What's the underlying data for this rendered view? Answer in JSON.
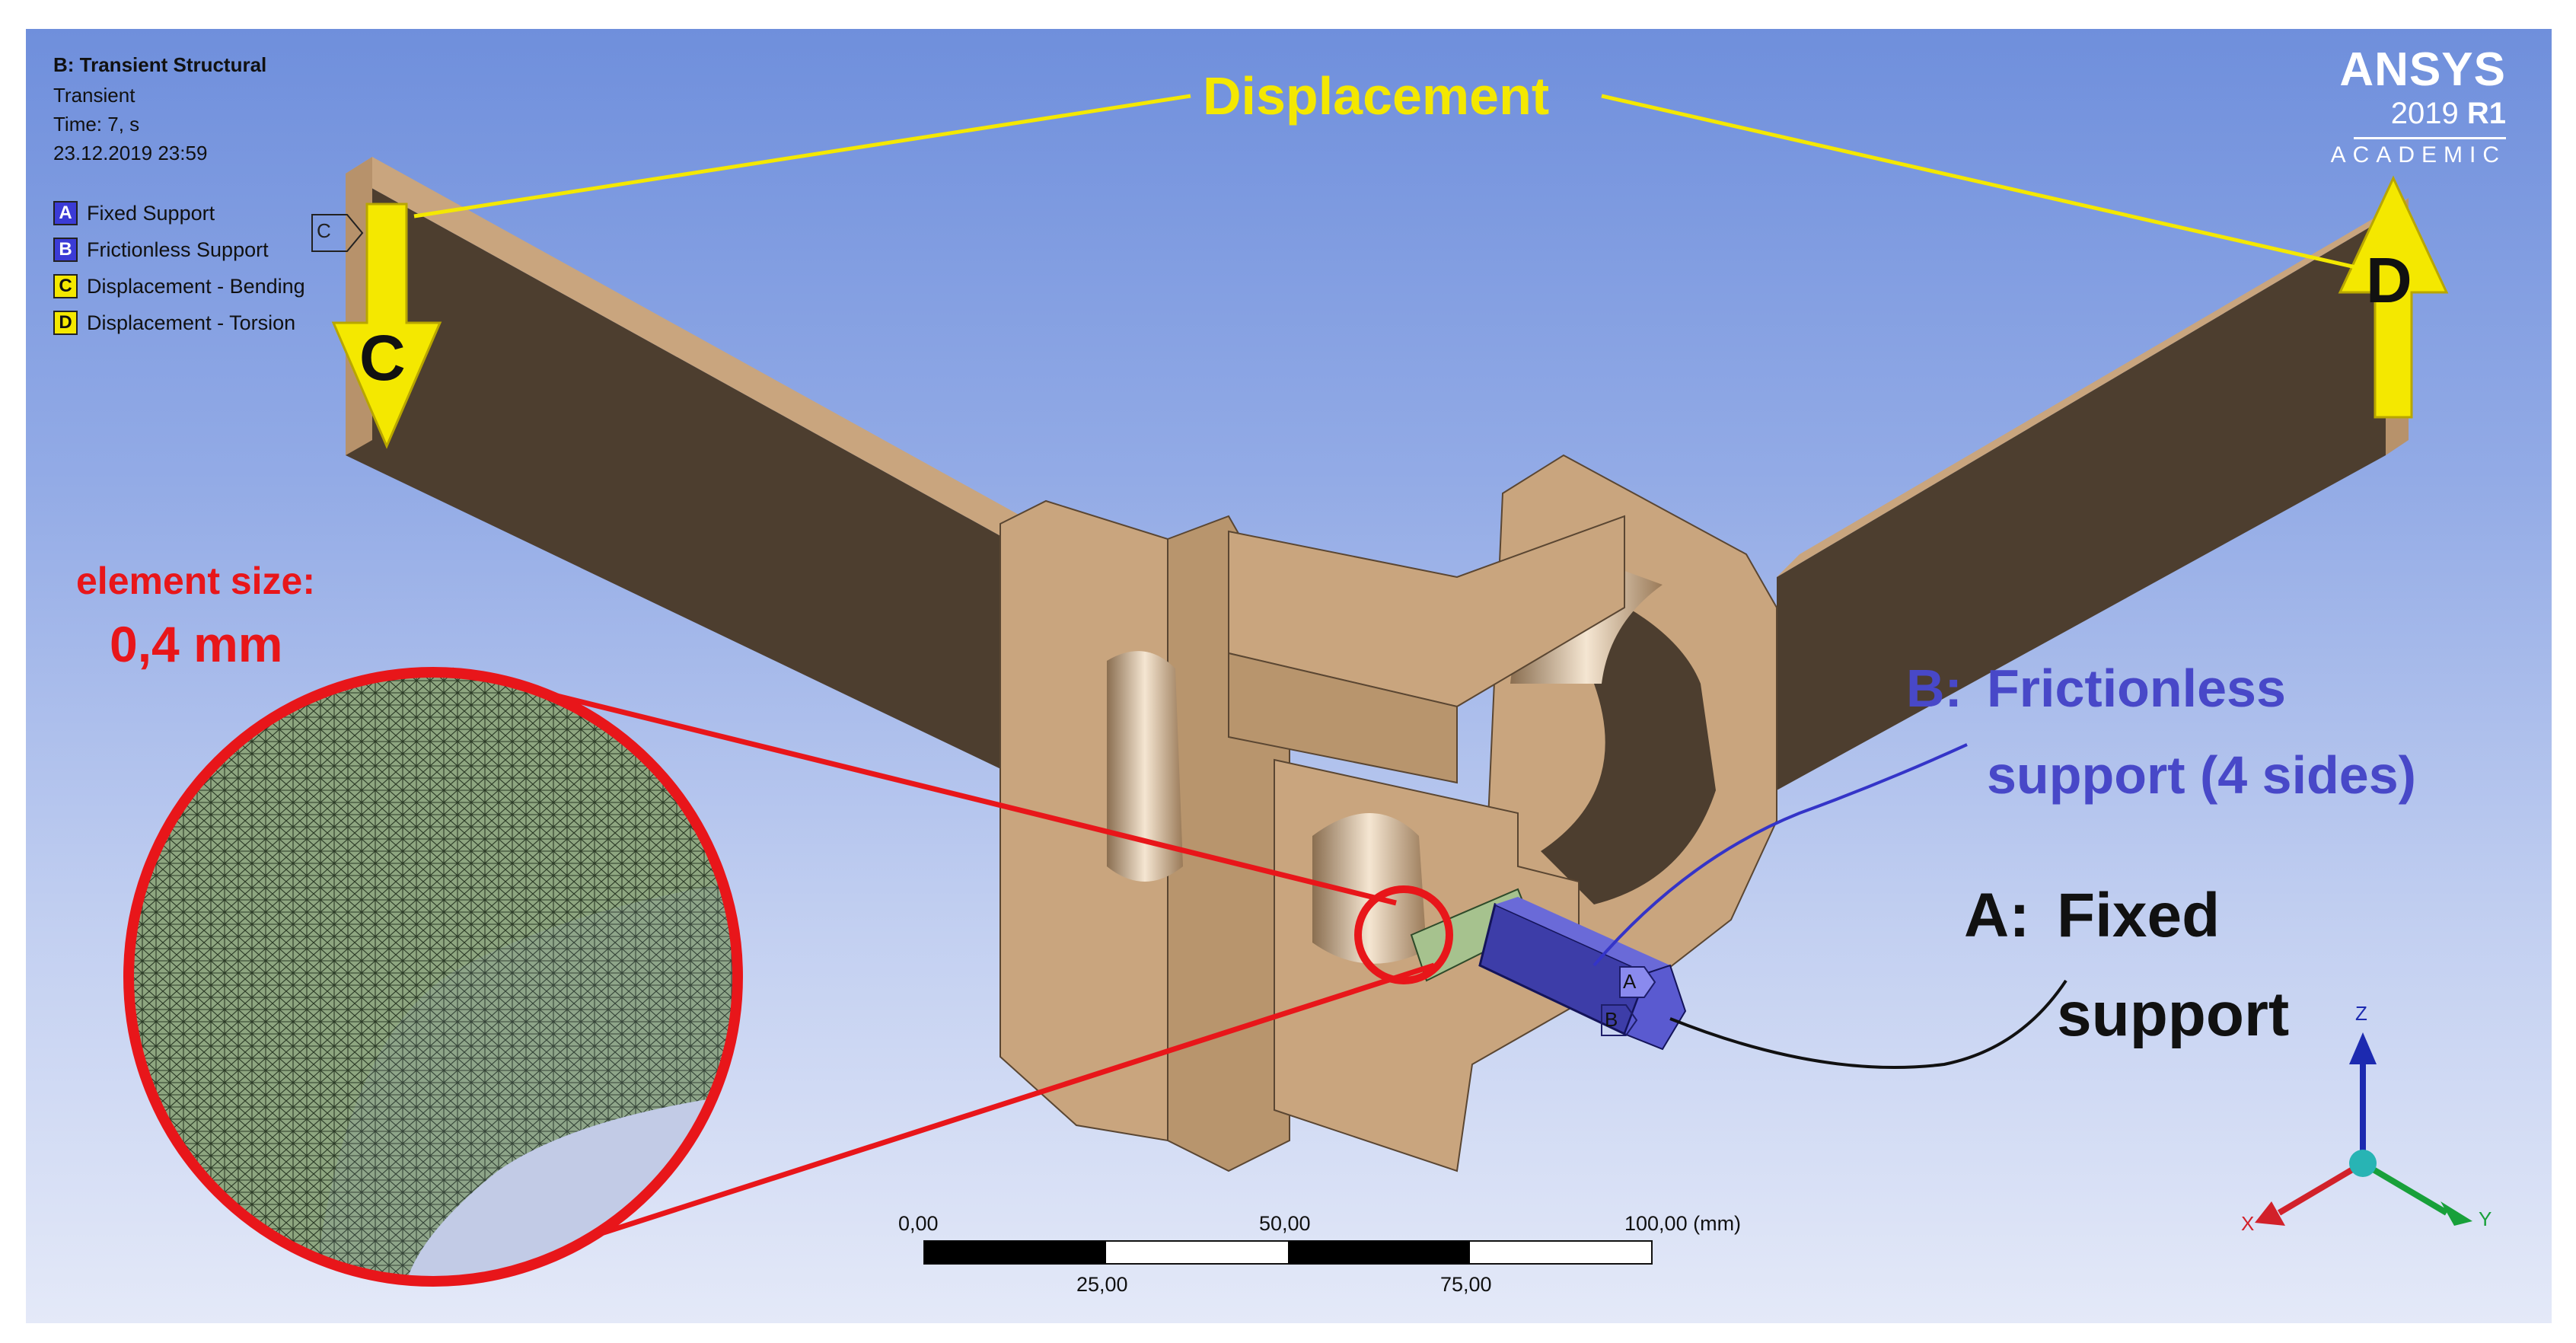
{
  "header": {
    "analysis_title": "B: Transient Structural",
    "analysis_type": "Transient",
    "time": "Time: 7, s",
    "timestamp": "23.12.2019 23:59"
  },
  "legend": [
    {
      "letter": "A",
      "label": "Fixed Support",
      "color": "#3b3bd6"
    },
    {
      "letter": "B",
      "label": "Frictionless Support",
      "color": "#3b3bd6"
    },
    {
      "letter": "C",
      "label": "Displacement - Bending",
      "color": "#f4e800"
    },
    {
      "letter": "D",
      "label": "Displacement - Torsion",
      "color": "#f4e800"
    }
  ],
  "brand": {
    "name": "ANSYS",
    "version": "2019",
    "release": "R1",
    "edition": "ACADEMIC"
  },
  "annotations": {
    "displacement": "Displacement",
    "marker_c": "C",
    "marker_d": "D",
    "small_c": "C",
    "small_a": "A",
    "small_b": "B",
    "element_size_label": "element size:",
    "element_size_value": "0,4 mm",
    "frictionless_prefix": "B:",
    "frictionless_line1": "Frictionless",
    "frictionless_line2": "support (4 sides)",
    "fixed_prefix": "A:",
    "fixed_line1": "Fixed",
    "fixed_line2": "support"
  },
  "scale_bar": {
    "top_labels": [
      "0,00",
      "50,00",
      "100,00 (mm)"
    ],
    "bottom_labels": [
      "25,00",
      "75,00"
    ]
  },
  "triad": {
    "z": "Z",
    "x": "X",
    "y": "Y"
  },
  "colors": {
    "yellow": "#f4e800",
    "red": "#e8161a",
    "blue_label": "#4848c8",
    "part_light": "#c9a57e",
    "part_dark": "#4d3e2f"
  }
}
